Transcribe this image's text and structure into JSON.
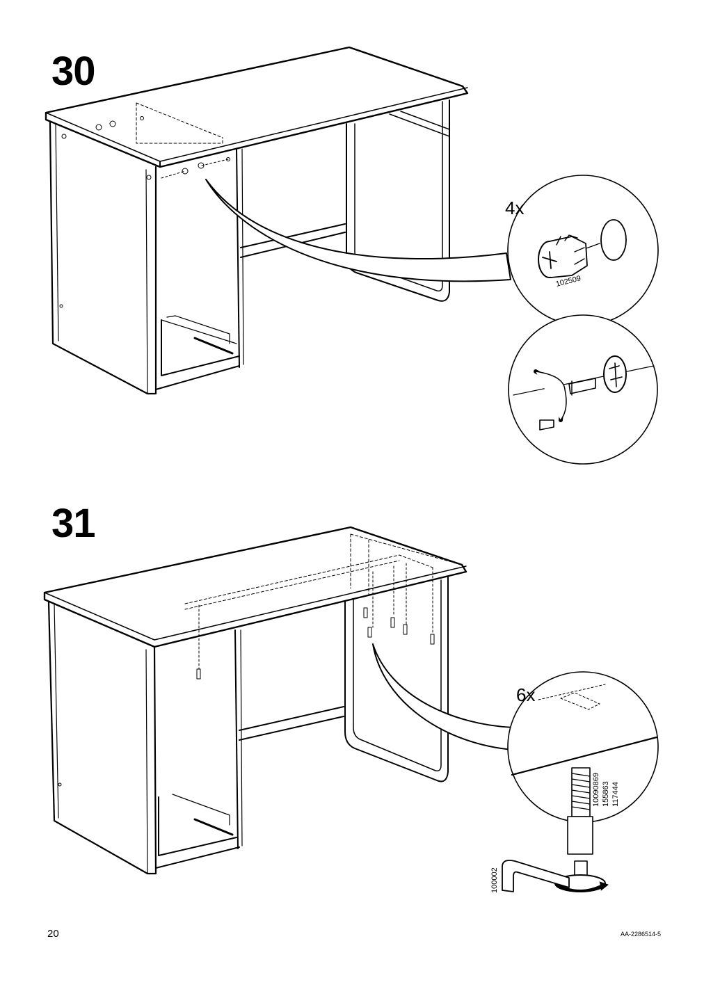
{
  "steps": [
    {
      "number": "30",
      "callouts": [
        {
          "quantity": "4x",
          "part_number": "102509",
          "icon": "cam-lock-fitting-icon"
        },
        {
          "icon": "screwdriver-turn-icon"
        }
      ]
    },
    {
      "number": "31",
      "callouts": [
        {
          "quantity": "6x",
          "part_numbers": [
            "10090869",
            "155863",
            "117444"
          ],
          "icon": "leveling-foot-icon"
        },
        {
          "tool_part_number": "100002",
          "icon": "allen-key-icon"
        }
      ]
    }
  ],
  "footer": {
    "page_number": "20",
    "document_code": "AA-2286514-5"
  }
}
